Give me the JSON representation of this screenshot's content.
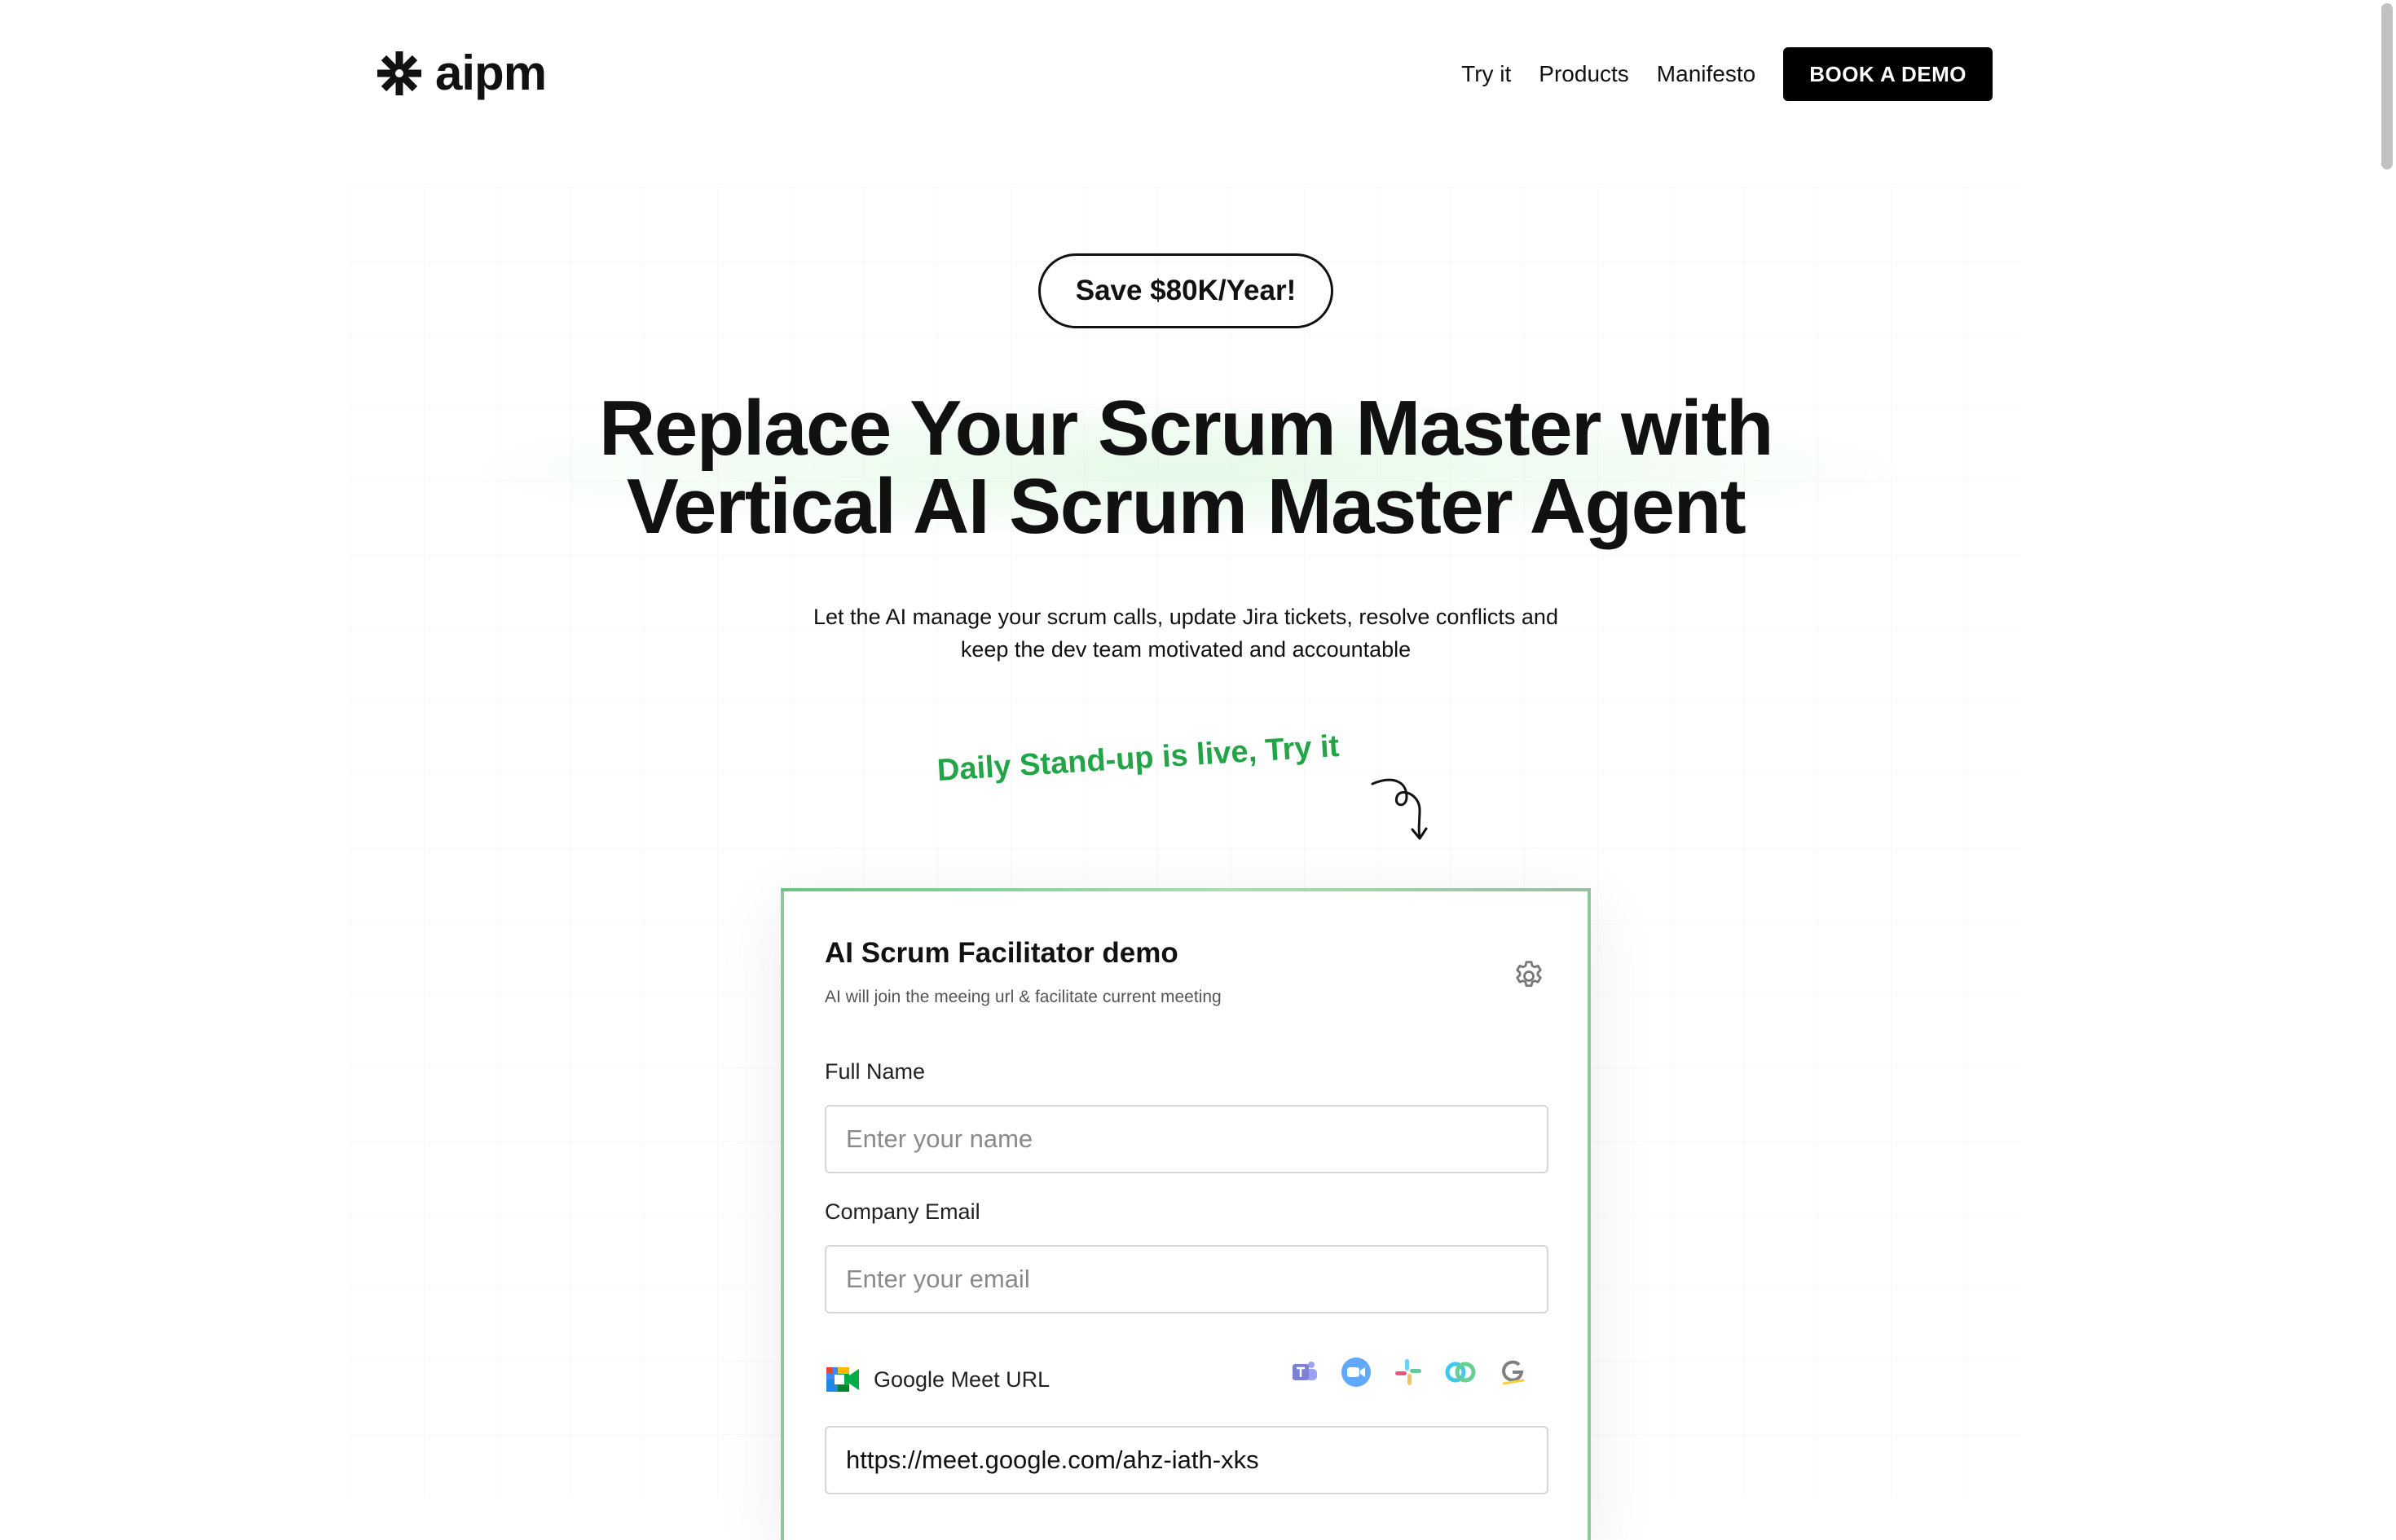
{
  "header": {
    "logo_text": "aipm",
    "nav": [
      {
        "label": "Try it"
      },
      {
        "label": "Products"
      },
      {
        "label": "Manifesto"
      }
    ],
    "cta_label": "BOOK A DEMO"
  },
  "hero": {
    "badge": "Save $80K/Year!",
    "title_line1": "Replace Your Scrum Master with",
    "title_line2": "Vertical AI Scrum Master Agent",
    "subtitle_line1": "Let the AI manage your scrum calls, update Jira tickets, resolve conflicts and",
    "subtitle_line2": "keep the dev team motivated and accountable",
    "live_note": "Daily Stand-up is live, Try it"
  },
  "form": {
    "title": "AI Scrum Facilitator demo",
    "description": "AI will join the meeing url & facilitate current meeting",
    "full_name": {
      "label": "Full Name",
      "placeholder": "Enter your name",
      "value": ""
    },
    "email": {
      "label": "Company Email",
      "placeholder": "Enter your email",
      "value": ""
    },
    "meet": {
      "label": "Google Meet URL",
      "value": "https://meet.google.com/ahz-iath-xks"
    },
    "platforms": [
      "teams-icon",
      "zoom-icon",
      "slack-icon",
      "webex-icon",
      "google-icon"
    ]
  },
  "colors": {
    "accent_green": "#22a547",
    "card_border": "#8fc79a",
    "button_bg": "#000000"
  }
}
